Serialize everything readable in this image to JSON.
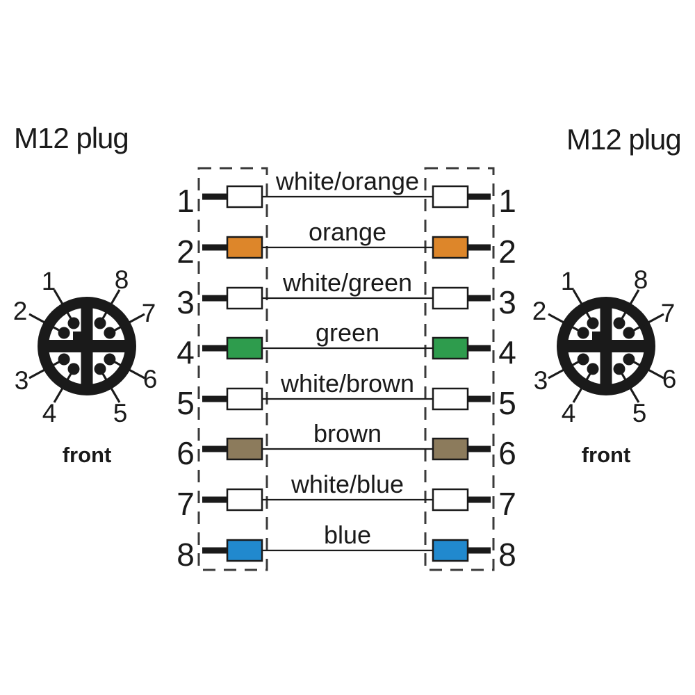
{
  "plugs": [
    {
      "title": "M12 plug",
      "front_label": "front",
      "pins": [
        "1",
        "2",
        "3",
        "4",
        "5",
        "6",
        "7",
        "8"
      ]
    },
    {
      "title": "M12 plug",
      "front_label": "front",
      "pins": [
        "1",
        "2",
        "3",
        "4",
        "5",
        "6",
        "7",
        "8"
      ]
    }
  ],
  "wires": [
    {
      "left_pin": "1",
      "right_pin": "1",
      "label": "white/orange",
      "color": "#ffffff"
    },
    {
      "left_pin": "2",
      "right_pin": "2",
      "label": "orange",
      "color": "#dd862a"
    },
    {
      "left_pin": "3",
      "right_pin": "3",
      "label": "white/green",
      "color": "#ffffff"
    },
    {
      "left_pin": "4",
      "right_pin": "4",
      "label": "green",
      "color": "#2e9c4d"
    },
    {
      "left_pin": "5",
      "right_pin": "5",
      "label": "white/brown",
      "color": "#ffffff"
    },
    {
      "left_pin": "6",
      "right_pin": "6",
      "label": "brown",
      "color": "#8c7b5c"
    },
    {
      "left_pin": "7",
      "right_pin": "7",
      "label": "white/blue",
      "color": "#ffffff"
    },
    {
      "left_pin": "8",
      "right_pin": "8",
      "label": "blue",
      "color": "#2189ce"
    }
  ],
  "colors": {
    "line": "#1a1a1a",
    "dashed_box": "#3a3a3a",
    "orange": "#dd862a",
    "green": "#2e9c4d",
    "brown": "#8c7b5c",
    "blue": "#2189ce"
  }
}
